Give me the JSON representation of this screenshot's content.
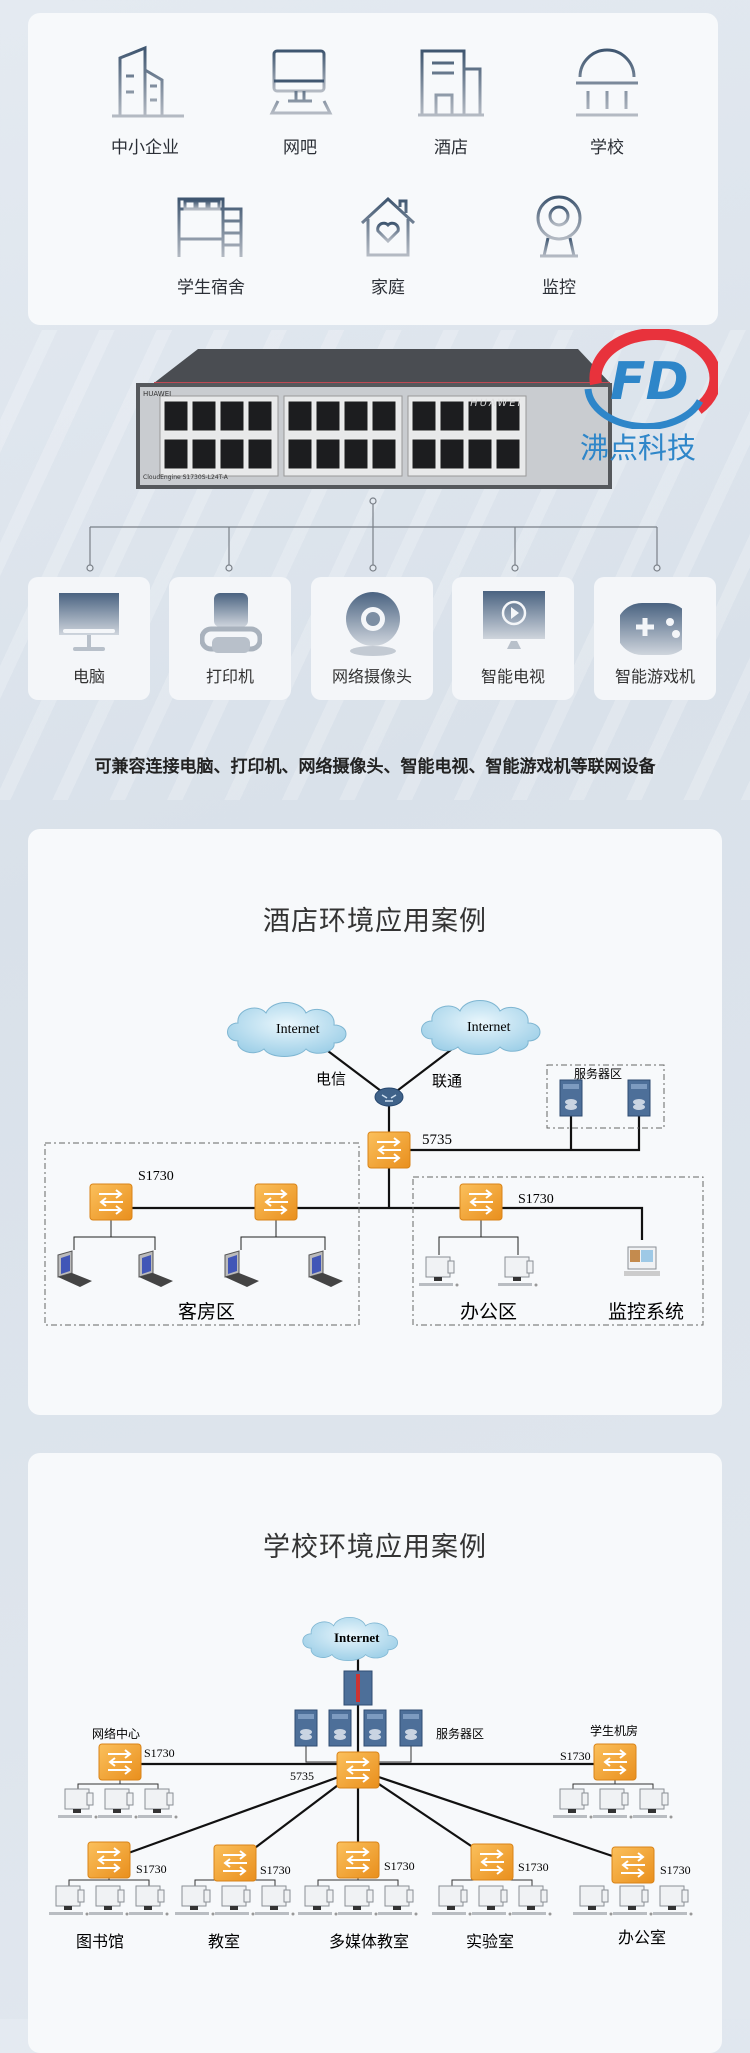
{
  "scenarios": {
    "row1": [
      "中小企业",
      "网吧",
      "酒店",
      "学校"
    ],
    "row2": [
      "学生宿舍",
      "家庭",
      "监控"
    ]
  },
  "product": {
    "brand": "HUAWEI",
    "model": "CloudEngine S1730S-L24T-A",
    "logo_letters": "FD",
    "company": "沸点科技"
  },
  "devices": [
    "电脑",
    "打印机",
    "网络摄像头",
    "智能电视",
    "智能游戏机"
  ],
  "caption": "可兼容连接电脑、打印机、网络摄像头、智能电视、智能游戏机等联网设备",
  "hotel": {
    "title": "酒店环境应用案例",
    "internet1": "Internet",
    "internet2": "Internet",
    "isp1": "电信",
    "isp2": "联通",
    "core": "5735",
    "server_zone": "服务器区",
    "access1": "S1730",
    "access2": "S1730",
    "zone_rooms": "客房区",
    "zone_office": "办公区",
    "zone_monitor": "监控系统"
  },
  "school": {
    "title": "学校环境应用案例",
    "internet": "Internet",
    "server_zone": "服务器区",
    "core": "5735",
    "net_center": "网络中心",
    "student_lab": "学生机房",
    "access": "S1730",
    "zones": [
      "图书馆",
      "教室",
      "多媒体教室",
      "实验室",
      "办公室"
    ]
  },
  "colors": {
    "switch": "#f3a93a",
    "logo_red": "#e8323c",
    "logo_blue": "#2e86c9"
  }
}
